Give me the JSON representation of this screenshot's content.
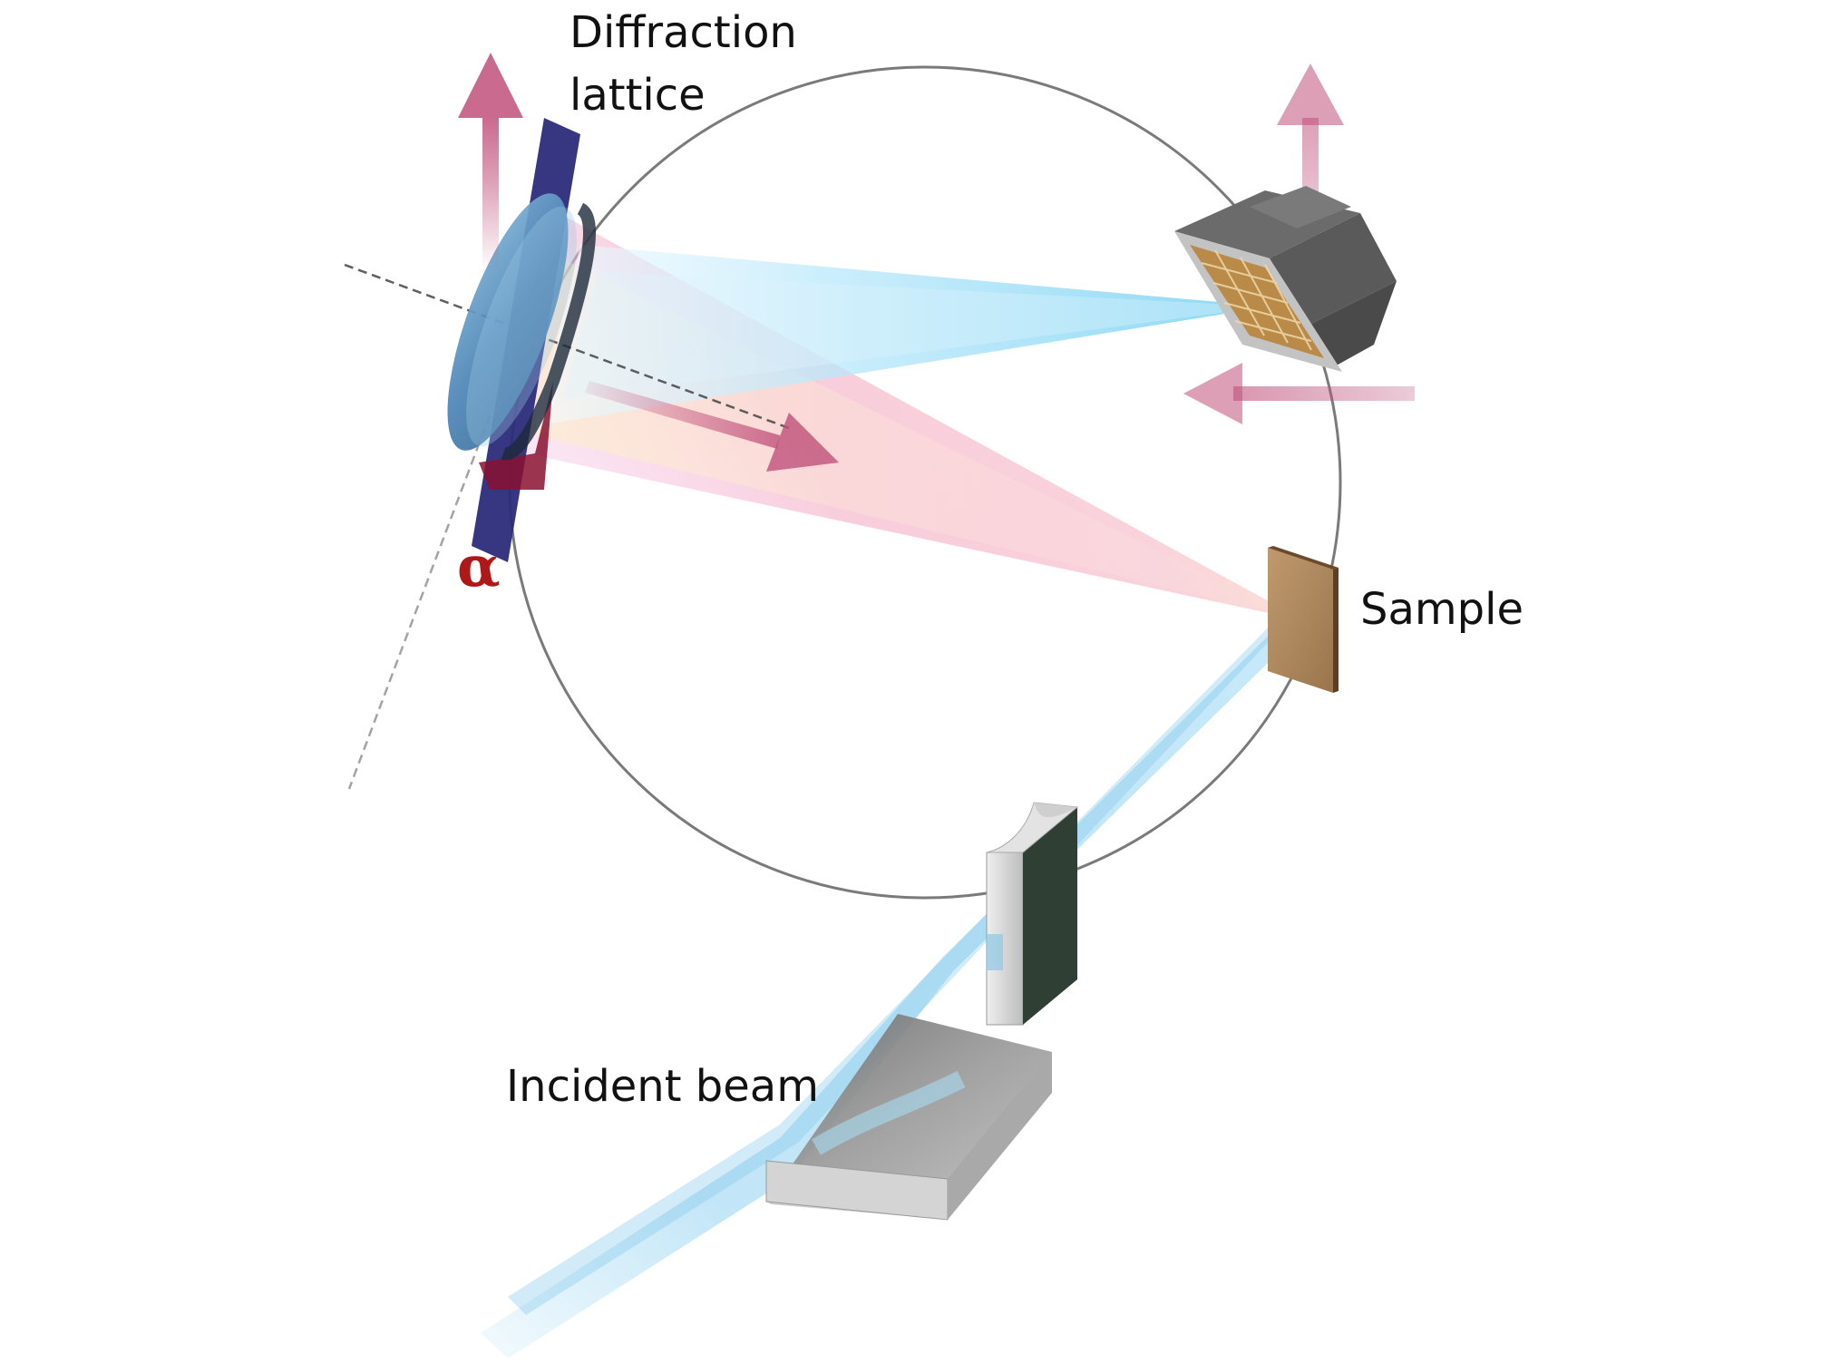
{
  "labels": {
    "grating_line1": "Diffraction",
    "grating_line2": "lattice",
    "sample": "Sample",
    "incident_beam": "Incident beam",
    "angle": "α"
  },
  "colors": {
    "motion_arrow": "#c0507a",
    "angle_label": "#b01818",
    "grating_plate": "#2a2a7a",
    "sample": "#a8825a",
    "detector_body": "#5a5a5a",
    "detector_face": "#b98a48",
    "beam": "#9fd8f3",
    "circle": "#7a7a7a"
  },
  "components": [
    "diffraction-lattice",
    "detector",
    "sample",
    "entrance-slit",
    "collimating-mirror",
    "rowland-circle"
  ]
}
